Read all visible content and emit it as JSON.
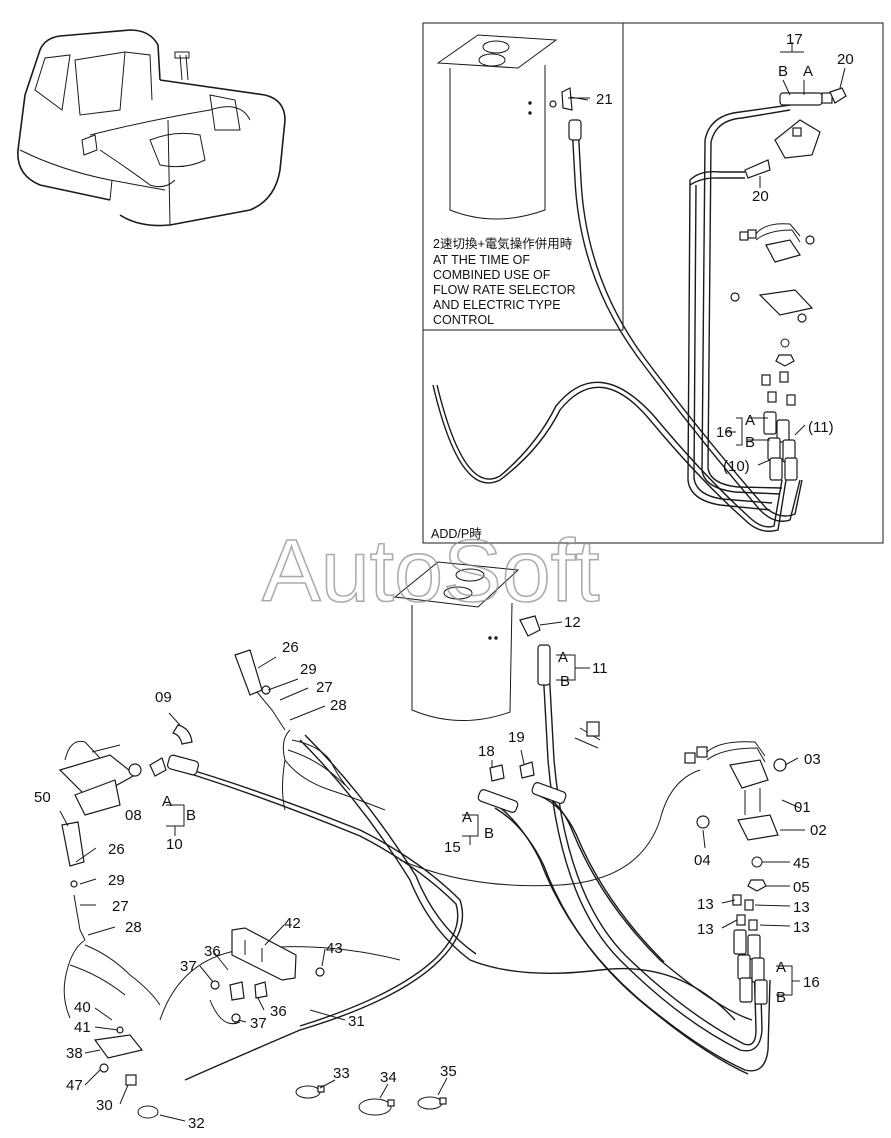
{
  "watermark": "AutoSoft",
  "inset": {
    "note_lines": [
      "2速切換+電気操作併用時",
      "AT THE TIME OF",
      "COMBINED USE OF",
      "FLOW RATE SELECTOR",
      "AND ELECTRIC TYPE",
      "CONTROL"
    ],
    "footer": "ADD/P時"
  },
  "labels": {
    "p01": "01",
    "p02": "02",
    "p03": "03",
    "p04": "04",
    "p05": "05",
    "p08": "08",
    "p09": "09",
    "p10": "10",
    "p11": "11",
    "p12": "12",
    "p13a": "13",
    "p13b": "13",
    "p13c": "13",
    "p13d": "13",
    "p15": "15",
    "p16": "16",
    "p16i": "16",
    "p17": "17",
    "p18": "18",
    "p19": "19",
    "p20a": "20",
    "p20b": "20",
    "p21": "21",
    "p26a": "26",
    "p26b": "26",
    "p27a": "27",
    "p27b": "27",
    "p28a": "28",
    "p28b": "28",
    "p29a": "29",
    "p29b": "29",
    "p30": "30",
    "p31": "31",
    "p32": "32",
    "p33": "33",
    "p34": "34",
    "p35": "35",
    "p36a": "36",
    "p36b": "36",
    "p37a": "37",
    "p37b": "37",
    "p38": "38",
    "p40": "40",
    "p41": "41",
    "p42": "42",
    "p43": "43",
    "p45": "45",
    "p47": "47",
    "p50": "50",
    "p10i": "(10)",
    "p11i": "(11)",
    "A": "A",
    "B": "B"
  }
}
